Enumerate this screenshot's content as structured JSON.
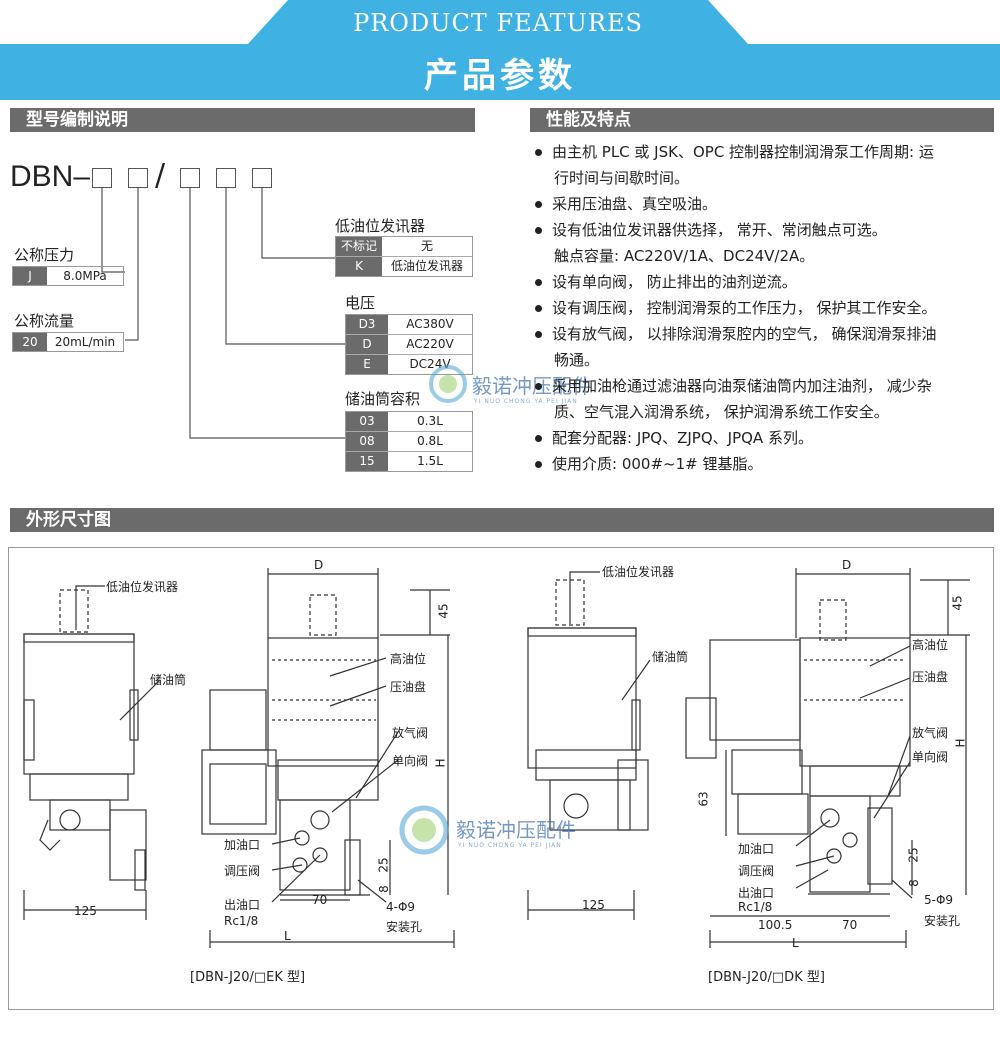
{
  "header": {
    "title_en": "PRODUCT  FEATURES",
    "title_cn": "产品参数"
  },
  "sections": {
    "model": "型号编制说明",
    "features": "性能及特点",
    "dimensions": "外形尺寸图"
  },
  "model_code": {
    "prefix": "DBN–",
    "slash": "/"
  },
  "pressure": {
    "label": "公称压力",
    "code": "J",
    "value": "8.0MPa"
  },
  "flow": {
    "label": "公称流量",
    "code": "20",
    "value": "20mL/min"
  },
  "level_switch": {
    "label": "低油位发讯器",
    "rows": [
      {
        "code": "不标记",
        "value": "无"
      },
      {
        "code": "K",
        "value": "低油位发讯器"
      }
    ]
  },
  "voltage": {
    "label": "电压",
    "rows": [
      {
        "code": "D3",
        "value": "AC380V"
      },
      {
        "code": "D",
        "value": "AC220V"
      },
      {
        "code": "E",
        "value": "DC24V"
      }
    ]
  },
  "reservoir": {
    "label": "储油筒容积",
    "rows": [
      {
        "code": "03",
        "value": "0.3L"
      },
      {
        "code": "08",
        "value": "0.8L"
      },
      {
        "code": "15",
        "value": "1.5L"
      }
    ]
  },
  "features": [
    "由主机 PLC 或 JSK、OPC 控制器控制润滑泵工作周期:  运",
    "行时间与间歇时间。",
    "采用压油盘、真空吸油。",
    "设有低油位发讯器供选择，  常开、常闭触点可选。",
    "触点容量:  AC220V/1A、DC24V/2A。",
    "设有单向阀，  防止排出的油剂逆流。",
    "设有调压阀，  控制润滑泵的工作压力，  保护其工作安全。",
    "设有放气阀，  以排除润滑泵腔内的空气，  确保润滑泵排油",
    "畅通。",
    "采用加油枪通过滤油器向油泵储油筒内加注油剂，  减少杂",
    "质、空气混入润滑系统，  保护润滑系统工作安全。",
    "配套分配器:  JPQ、ZJPQ、JPQA 系列。",
    "使用介质:  000#~1# 锂基脂。"
  ],
  "watermark": {
    "cn": "毅诺冲压配件",
    "en": "YI NUO CHONG YA PEI JIAN"
  },
  "drawing_left": {
    "level_switch": "低油位发讯器",
    "reservoir": "储油筒",
    "high_level": "高油位",
    "pressure_plate": "压油盘",
    "bleed_valve": "放气阀",
    "check_valve": "单向阀",
    "fill_port": "加油口",
    "regulator": "调压阀",
    "outlet": "出油口",
    "thread": "Rc1/8",
    "holes": "4-Φ9",
    "mount": "安装孔",
    "dim_D": "D",
    "dim_45": "45",
    "dim_H": "H",
    "dim_125": "125",
    "dim_70": "70",
    "dim_25": "25",
    "dim_8": "8",
    "dim_L": "L",
    "caption": "[DBN-J20/□EK 型]"
  },
  "drawing_right": {
    "level_switch": "低油位发讯器",
    "reservoir": "储油筒",
    "high_level": "高油位",
    "pressure_plate": "压油盘",
    "bleed_valve": "放气阀",
    "check_valve": "单向阀",
    "fill_port": "加油口",
    "regulator": "调压阀",
    "outlet": "出油口",
    "thread": "Rc1/8",
    "holes": "5-Φ9",
    "mount": "安装孔",
    "dim_D": "D",
    "dim_45": "45",
    "dim_H": "H",
    "dim_63": "63",
    "dim_125": "125",
    "dim_1005": "100.5",
    "dim_70": "70",
    "dim_25": "25",
    "dim_8": "8",
    "dim_L": "L",
    "caption": "[DBN-J20/□DK 型]"
  }
}
